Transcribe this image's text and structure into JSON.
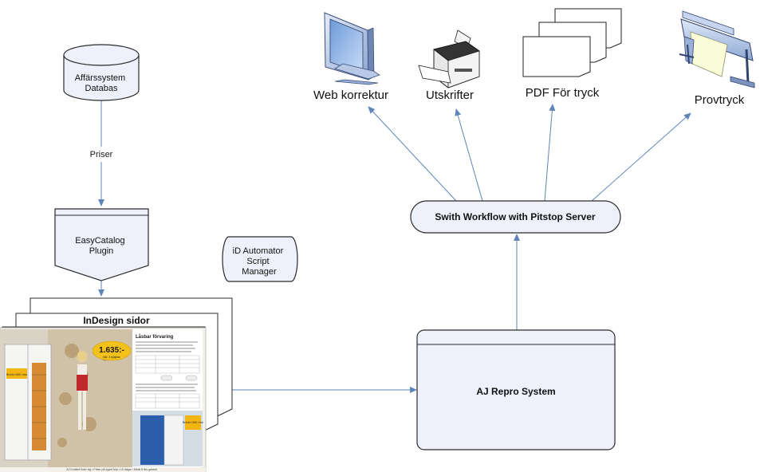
{
  "nodes": {
    "database": {
      "label_line1": "Affärssystem",
      "label_line2": "Databas"
    },
    "easycatalog": {
      "label_line1": "EasyCatalog",
      "label_line2": "Plugin"
    },
    "id_automator": {
      "label_line1": "iD Automator",
      "label_line2": "Script",
      "label_line3": "Manager"
    },
    "indesign": {
      "label": "InDesign sidor"
    },
    "aj_repro": {
      "label": "AJ Repro System"
    },
    "switch_workflow": {
      "label": "Swith Workflow with Pitstop Server"
    }
  },
  "edges": {
    "priser": {
      "label": "Priser"
    }
  },
  "outputs": {
    "web": {
      "label": "Web korrektur",
      "icon": "monitor-icon"
    },
    "print": {
      "label": "Utskrifter",
      "icon": "printer-icon"
    },
    "pdf": {
      "label": "PDF För tryck",
      "icon": "documents-icon"
    },
    "proof": {
      "label": "Provtryck",
      "icon": "plotter-icon"
    }
  },
  "catalog_page": {
    "price_badge": "1.635:-",
    "badge_sub": "inkl. 4 hyllplan",
    "right_heading": "Låsbar förvaring",
    "tag_left": "Bredd\n800 mm",
    "tag_right": "Bredd\n500 mm",
    "footer": "AJ-Kvalitet löner sig • Priser på öppet köp • 10 dagar • Minst 5 års garanti"
  },
  "colors": {
    "connector": "#5f84b8",
    "node_fill": "#eef1fb",
    "node_stroke": "#2b2b2b"
  }
}
